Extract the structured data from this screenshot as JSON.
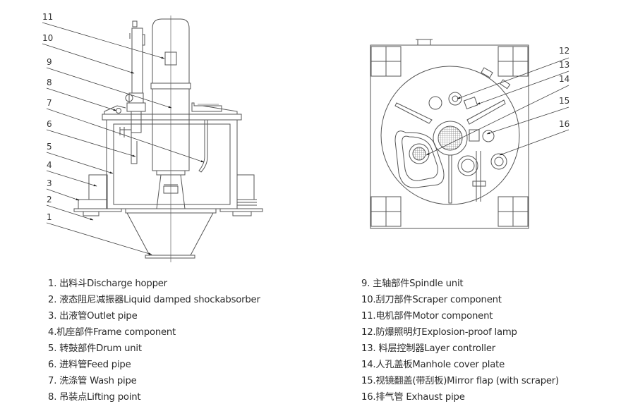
{
  "figure": {
    "title": "Centrifuge structure diagram",
    "views": [
      "side-section-view",
      "top-view"
    ]
  },
  "side_view": {
    "callouts": [
      "11",
      "10",
      "9",
      "8",
      "7",
      "6",
      "5",
      "4",
      "3",
      "2",
      "1"
    ]
  },
  "top_view": {
    "callouts": [
      "12",
      "13",
      "14",
      "15",
      "16"
    ]
  },
  "legend": {
    "left": [
      {
        "num": "1.",
        "zh": "出料斗",
        "en": "Discharge hopper",
        "text": "1. 出料斗Discharge hopper"
      },
      {
        "num": "2.",
        "zh": "液态阻尼减振器",
        "en": "Liquid damped shockabsorber",
        "text": "2. 液态阻尼减振器Liquid damped shockabsorber"
      },
      {
        "num": "3.",
        "zh": "出液管",
        "en": "Outlet pipe",
        "text": "3. 出液管Outlet pipe"
      },
      {
        "num": "4.",
        "zh": "机座部件",
        "en": "Frame component",
        "text": "4.机座部件Frame component"
      },
      {
        "num": "5.",
        "zh": "转鼓部件",
        "en": "Drum unit",
        "text": "5. 转鼓部件Drum unit"
      },
      {
        "num": "6.",
        "zh": "进料管",
        "en": "Feed pipe",
        "text": "6. 进料管Feed pipe"
      },
      {
        "num": "7.",
        "zh": "洗涤管",
        "en": "Wash pipe",
        "text": "7. 洗涤管 Wash pipe"
      },
      {
        "num": "8.",
        "zh": "吊装点",
        "en": "Lifting point",
        "text": "8. 吊装点Lifting point"
      }
    ],
    "right": [
      {
        "num": "9.",
        "zh": "主轴部件",
        "en": "Spindle unit",
        "text": "9. 主轴部件Spindle unit"
      },
      {
        "num": "10.",
        "zh": "刮刀部件",
        "en": "Scraper component",
        "text": "10.刮刀部件Scraper component"
      },
      {
        "num": "11.",
        "zh": "电机部件",
        "en": "Motor component",
        "text": "11.电机部件Motor component"
      },
      {
        "num": "12.",
        "zh": "防爆照明灯",
        "en": "Explosion-proof lamp",
        "text": "12.防爆照明灯Explosion-proof lamp"
      },
      {
        "num": "13.",
        "zh": "料层控制器",
        "en": "Layer controller",
        "text": "13. 料层控制器Layer controller"
      },
      {
        "num": "14.",
        "zh": "人孔盖板",
        "en": "Manhole cover plate",
        "text": "14.人孔盖板Manhole cover plate"
      },
      {
        "num": "15.",
        "zh": "视镜翻盖(带刮板)",
        "en": "Mirror flap (with scraper)",
        "text": "15.视镜翻盖(带刮板)Mirror flap (with scraper)"
      },
      {
        "num": "16.",
        "zh": "排气管",
        "en": "Exhaust pipe",
        "text": "16.排气管 Exhaust pipe"
      }
    ]
  }
}
